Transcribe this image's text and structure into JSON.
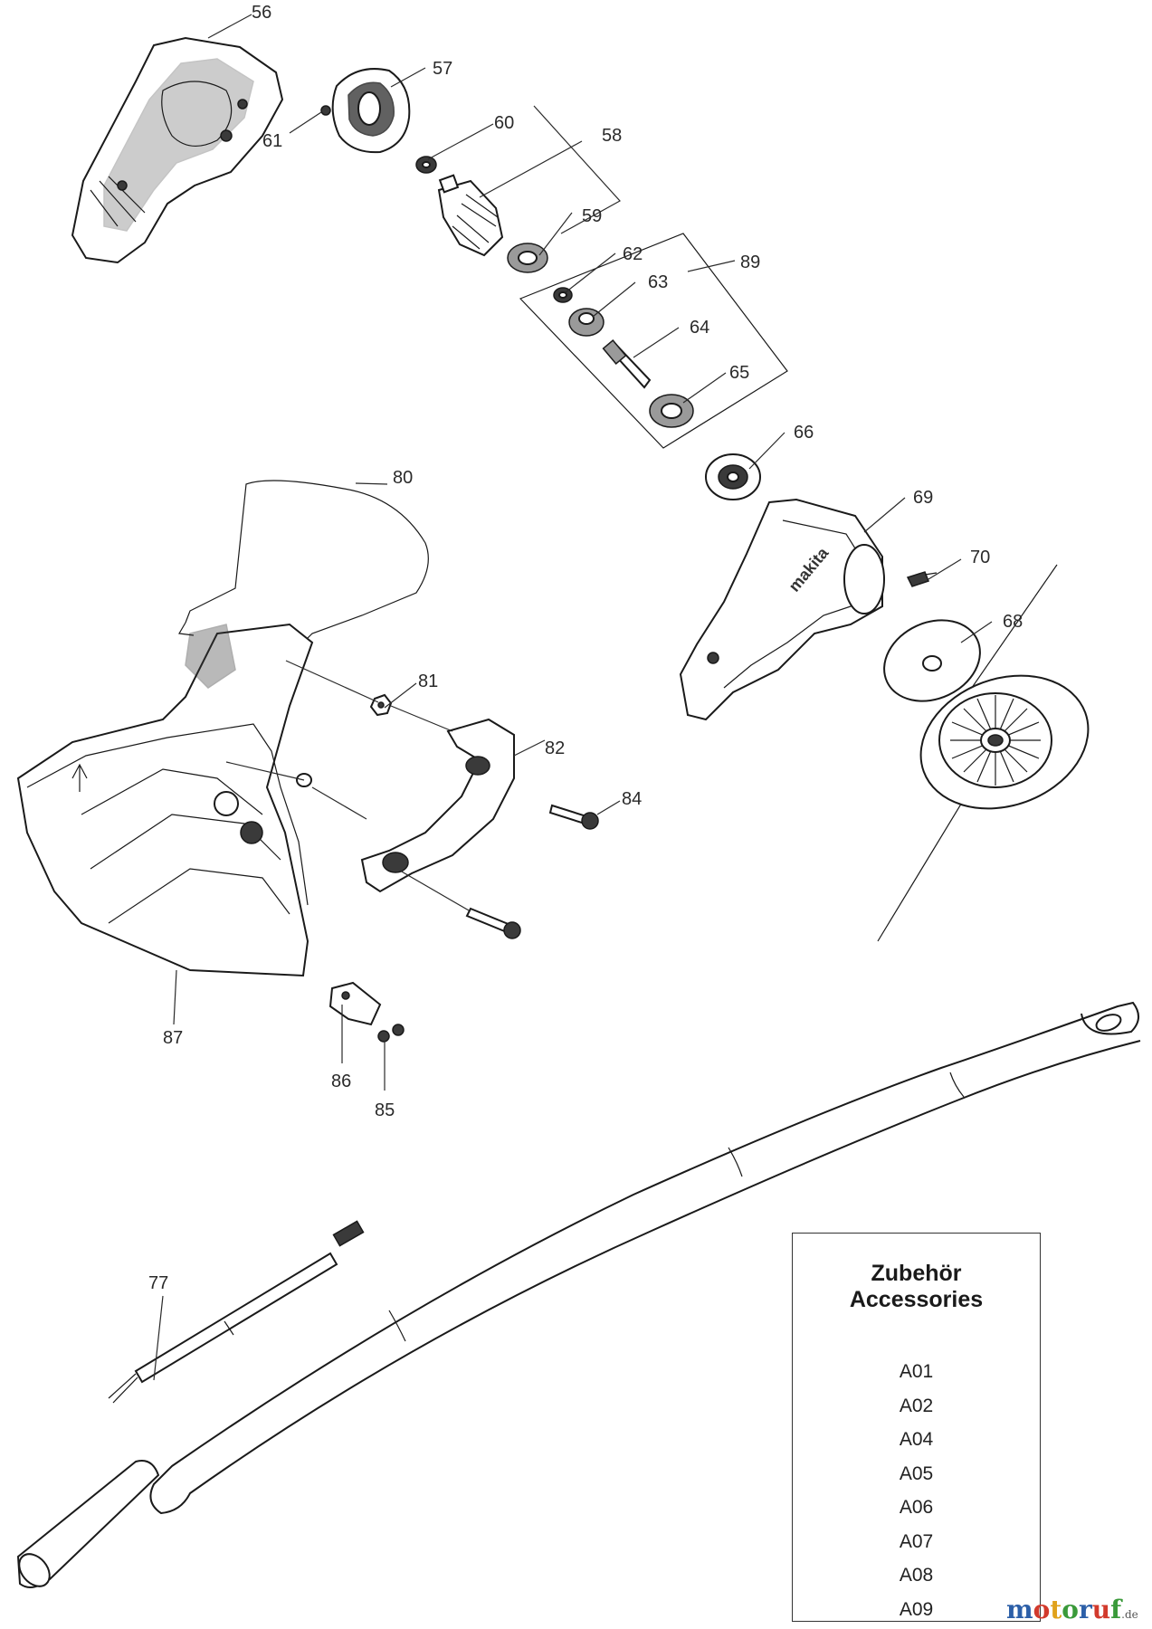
{
  "labels": {
    "p56": "56",
    "p57": "57",
    "p61": "61",
    "p60": "60",
    "p58": "58",
    "p59": "59",
    "p62": "62",
    "p63": "63",
    "p64": "64",
    "p65": "65",
    "p89": "89",
    "p66": "66",
    "p80": "80",
    "p69": "69",
    "p70": "70",
    "p68": "68",
    "p81": "81",
    "p82": "82",
    "p84": "84",
    "p87": "87",
    "p86": "86",
    "p85": "85",
    "p77": "77"
  },
  "accessories": {
    "title_de": "Zubehör",
    "title_en": "Accessories",
    "items": [
      "A01",
      "A02",
      "A04",
      "A05",
      "A06",
      "A07",
      "A08",
      "A09"
    ]
  },
  "watermark": {
    "chars": [
      "m",
      "o",
      "t",
      "o",
      "r",
      "u",
      "f"
    ],
    "colors": [
      "#2c5fa8",
      "#d23a2c",
      "#e0a21b",
      "#3a9a3a",
      "#2c5fa8",
      "#d23a2c",
      "#3a9a3a"
    ],
    "tld": ".de"
  }
}
